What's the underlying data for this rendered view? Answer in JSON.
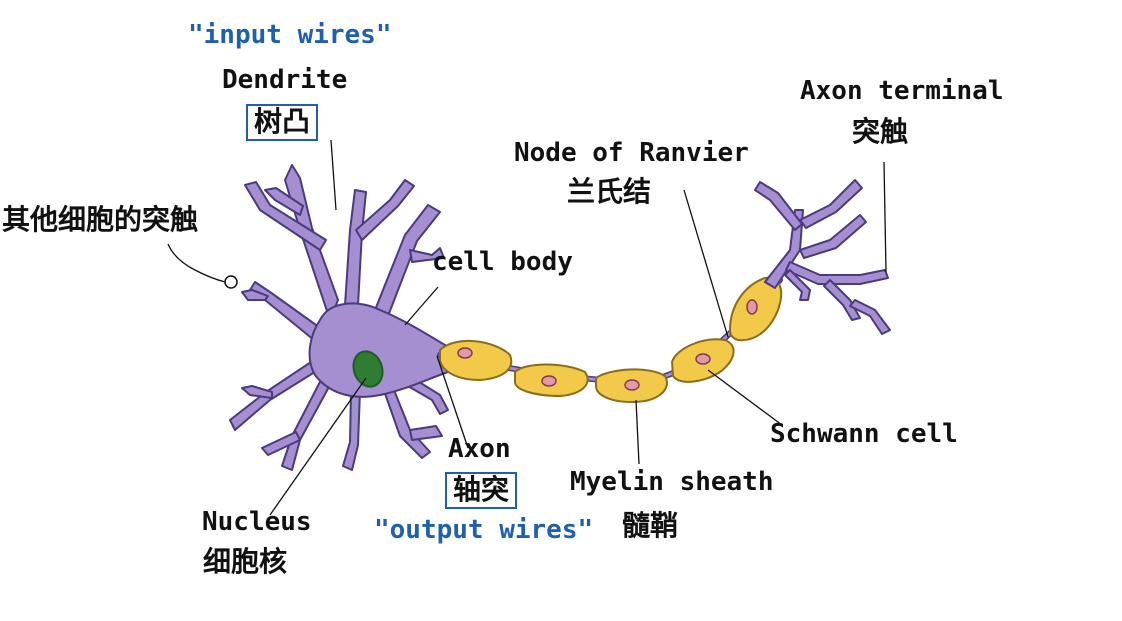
{
  "labels": {
    "input_wires": "\"input wires\"",
    "dendrite": "Dendrite",
    "dendrite_cn": "树凸",
    "other_synapse_cn": "其他细胞的突触",
    "cell_body": "cell body",
    "node_of_ranvier": "Node of Ranvier",
    "node_of_ranvier_cn": "兰氏结",
    "axon_terminal": "Axon terminal",
    "axon_terminal_cn": "突触",
    "schwann_cell": "Schwann cell",
    "axon": "Axon",
    "axon_cn": "轴突",
    "output_wires": "\"output wires\"",
    "myelin_sheath": "Myelin sheath",
    "myelin_sheath_cn": "髓鞘",
    "nucleus": "Nucleus",
    "nucleus_cn": "细胞核"
  },
  "colors": {
    "neuron_fill": "#a58fd0",
    "neuron_stroke": "#4a3a80",
    "myelin_fill": "#f3c94a",
    "myelin_stroke": "#8a6d1a",
    "nucleus_fill": "#2e7d32",
    "schwann_nucleus": "#e39aa8",
    "highlight_blue": "#1f5fb0"
  }
}
